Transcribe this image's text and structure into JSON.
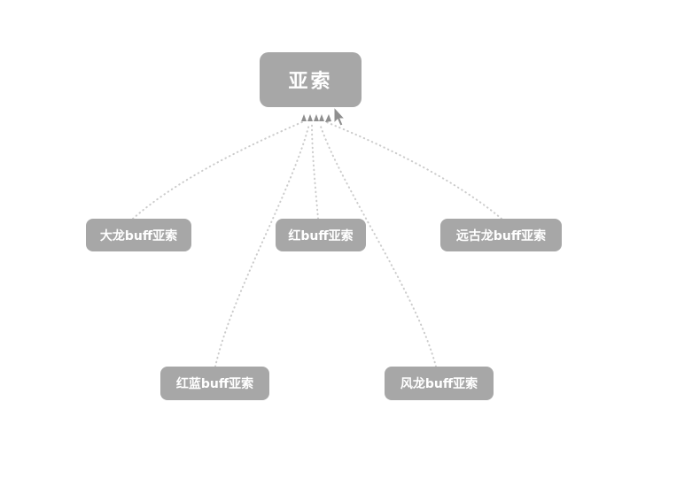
{
  "mindmap": {
    "root": {
      "label": "亚索"
    },
    "children": [
      {
        "label": "大龙buff亚索"
      },
      {
        "label": "红buff亚索"
      },
      {
        "label": "远古龙buff亚索"
      },
      {
        "label": "红蓝buff亚索"
      },
      {
        "label": "风龙buff亚索"
      }
    ],
    "colors": {
      "canvas_background": "#ffffff",
      "node_background": "#a7a7a7",
      "node_text": "#ffffff",
      "edge": "#cccccc",
      "arrow": "#8f8f8f"
    }
  }
}
